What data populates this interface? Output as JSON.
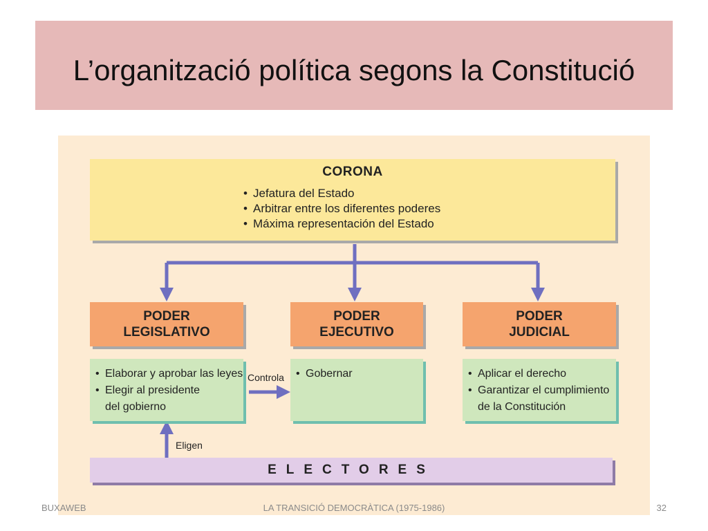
{
  "title": "L’organització política segons la Constitució",
  "diagram": {
    "corona": {
      "title": "CORONA",
      "items": [
        "Jefatura del Estado",
        "Arbitrar entre los diferentes poderes",
        "Máxima representación del Estado"
      ]
    },
    "poderes": {
      "legislativo": {
        "line1": "PODER",
        "line2": "LEGISLATIVO",
        "items": [
          "Elaborar y aprobar las leyes",
          "Elegir al presidente",
          "del gobierno"
        ]
      },
      "ejecutivo": {
        "line1": "PODER",
        "line2": "EJECUTIVO",
        "items": [
          "Gobernar"
        ]
      },
      "judicial": {
        "line1": "PODER",
        "line2": "JUDICIAL",
        "items": [
          "Aplicar el derecho",
          "Garantizar el cumplimiento",
          "de la Constitución"
        ]
      }
    },
    "controla_label": "Controla",
    "eligen_label": "Eligen",
    "electores": "ELECTORES",
    "colors": {
      "title_bg": "#e6b9b8",
      "panel_bg": "#fdebd3",
      "corona_bg": "#fce89a",
      "poder_bg": "#f5a46e",
      "function_bg": "#cfe7bd",
      "electores_bg": "#e2cde8",
      "arrow": "#6f6fc0"
    }
  },
  "footer": {
    "left": "BUXAWEB",
    "center": "LA TRANSICIÓ DEMOCRÀTICA (1975-1986)",
    "right": "32"
  }
}
